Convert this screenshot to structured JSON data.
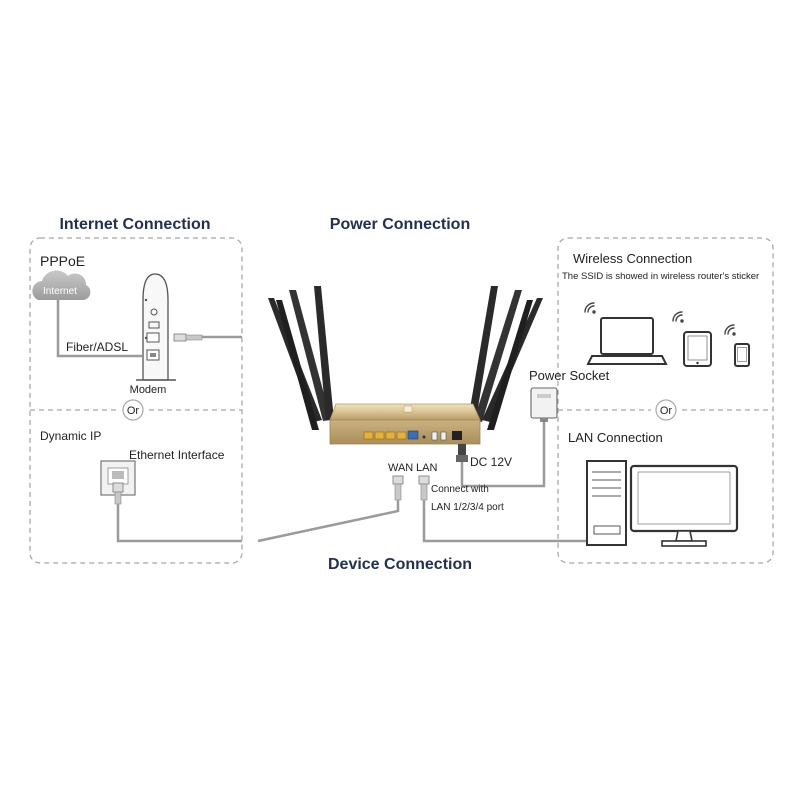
{
  "headers": {
    "internet": "Internet Connection",
    "power": "Power Connection",
    "device": "Device Connection"
  },
  "internet": {
    "pppoe": "PPPoE",
    "cloud": "Internet",
    "fiber": "Fiber/ADSL",
    "modem": "Modem",
    "or": "Or",
    "dynamic_ip": "Dynamic IP",
    "ethernet": "Ethernet Interface"
  },
  "power": {
    "socket": "Power Socket",
    "dc": "DC 12V"
  },
  "ports": {
    "wan": "WAN",
    "lan": "LAN",
    "connect_line1": "Connect with",
    "connect_line2": "LAN 1/2/3/4 port"
  },
  "wireless": {
    "title": "Wireless Connection",
    "ssid": "The SSID is showed in wireless router's sticker",
    "or": "Or",
    "lan": "LAN Connection"
  },
  "colors": {
    "header": "#24304f",
    "router_gold": "#d8c295",
    "antenna": "#2a2a2a",
    "cable": "#9b9b9b",
    "port_yellow": "#e3b23c",
    "port_blue": "#3d6fb0"
  },
  "icons": [
    "cloud-icon",
    "modem-icon",
    "wall-socket-icon",
    "router-icon",
    "power-adapter-icon",
    "laptop-icon",
    "tablet-icon",
    "phone-icon",
    "desktop-pc-icon",
    "wifi-icon"
  ]
}
